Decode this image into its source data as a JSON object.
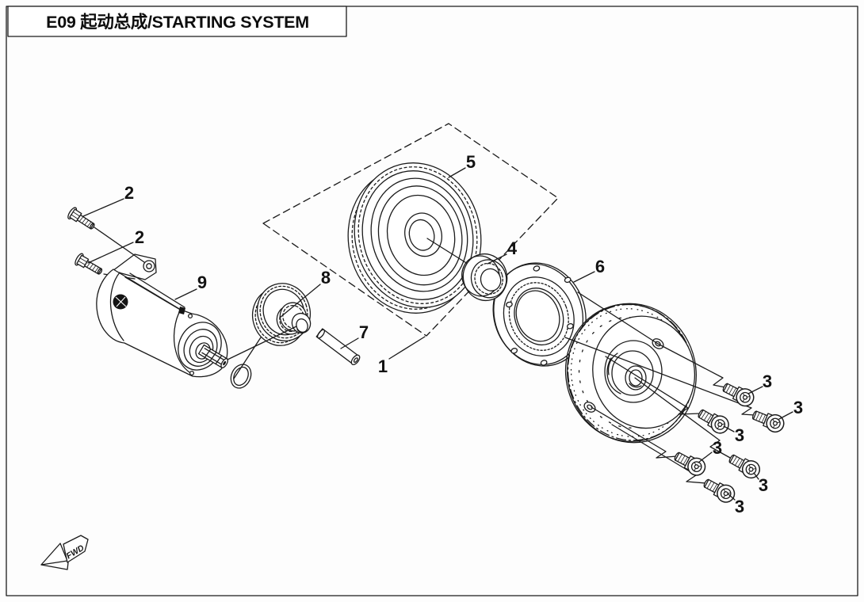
{
  "title": "E09 起动总成/STARTING SYSTEM",
  "direction_marker": "FWD",
  "callouts": {
    "assembly_group": "1",
    "motor_bolt_upper": "2",
    "motor_bolt_lower": "2",
    "rotor_bolt_1": "3",
    "rotor_bolt_2": "3",
    "rotor_bolt_3": "3",
    "rotor_bolt_4": "3",
    "rotor_bolt_5": "3",
    "rotor_bolt_6": "3",
    "needle_bearing": "4",
    "ring_gear": "5",
    "clutch_flange": "6",
    "idler_pin": "7",
    "idler_gear": "8",
    "starter_motor": "9"
  },
  "colors": {
    "line": "#1b1b1b",
    "background": "#fdfdfd"
  }
}
